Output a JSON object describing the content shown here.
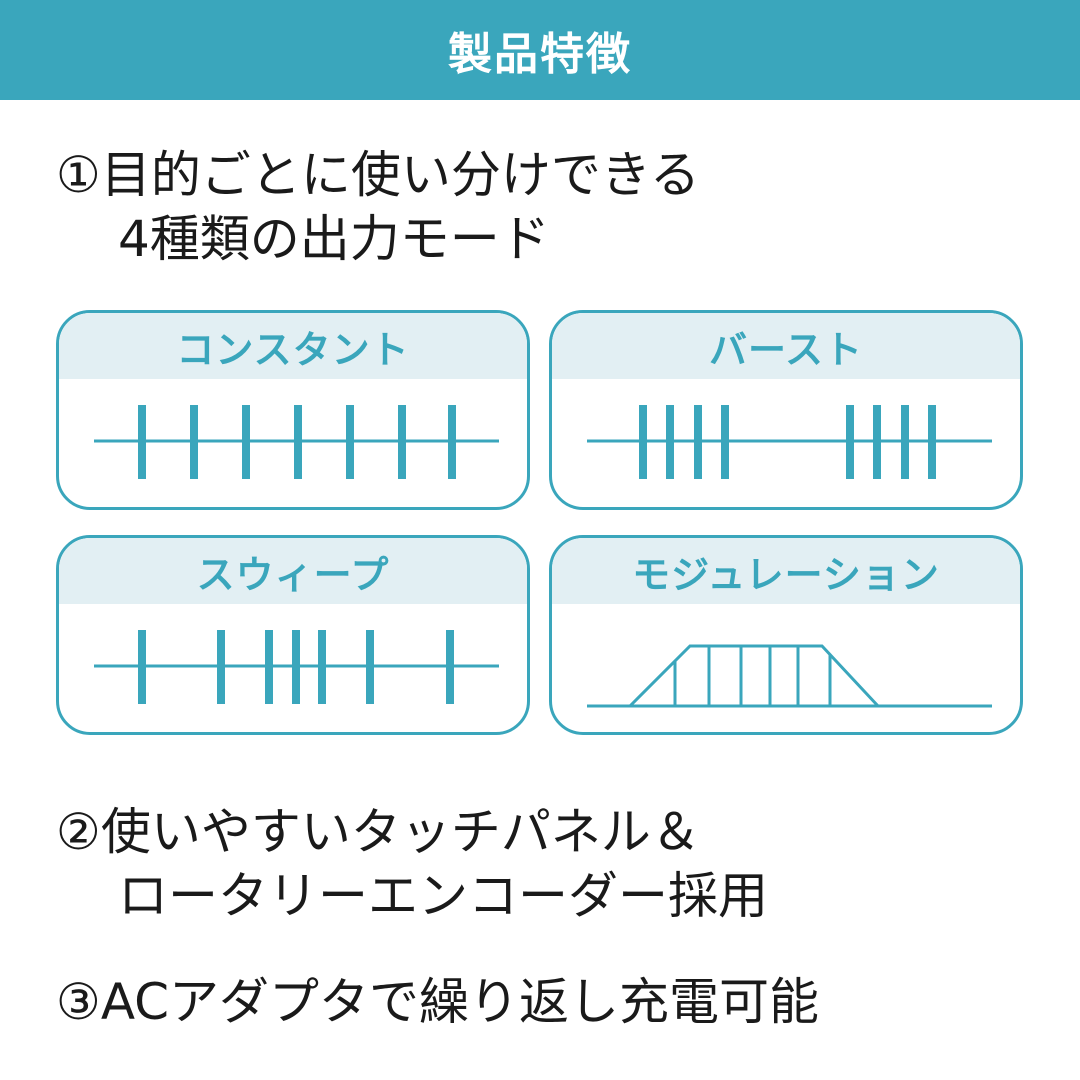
{
  "header": {
    "title": "製品特徴"
  },
  "feature1": {
    "line1": "①目的ごとに使い分けできる",
    "line2": "4種類の出力モード"
  },
  "modes": [
    {
      "label": "コンスタント"
    },
    {
      "label": "バースト"
    },
    {
      "label": "スウィープ"
    },
    {
      "label": "モジュレーション"
    }
  ],
  "feature2": {
    "line1": "②使いやすいタッチパネル＆",
    "line2": "ロータリーエンコーダー採用"
  },
  "feature3": {
    "line1": "③ACアダプタで繰り返し充電可能"
  },
  "colors": {
    "accent": "#3aa6bc",
    "card_header_bg": "#e2eff3"
  }
}
